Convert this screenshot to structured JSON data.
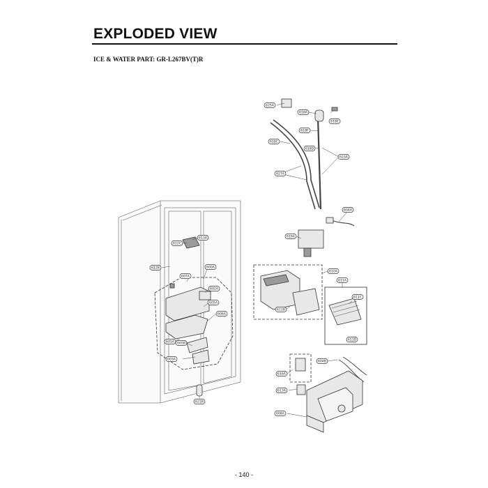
{
  "header": {
    "title": "EXPLODED VIEW",
    "subtitle": "ICE & WATER PART: GR-L267BV(T)R"
  },
  "diagram": {
    "part_labels": [
      "625A",
      "618A",
      "618E",
      "618F",
      "618C",
      "618D",
      "623A",
      "627A",
      "604A",
      "619A",
      "610A",
      "611A",
      "611C",
      "611B",
      "611D",
      "612C",
      "613A",
      "612B",
      "607A",
      "600A",
      "602A",
      "605A",
      "606A",
      "601A",
      "605B",
      "603A",
      "621B",
      "616A",
      "613A",
      "604B",
      "608A"
    ]
  },
  "footer": {
    "page_number": "- 140 -"
  }
}
